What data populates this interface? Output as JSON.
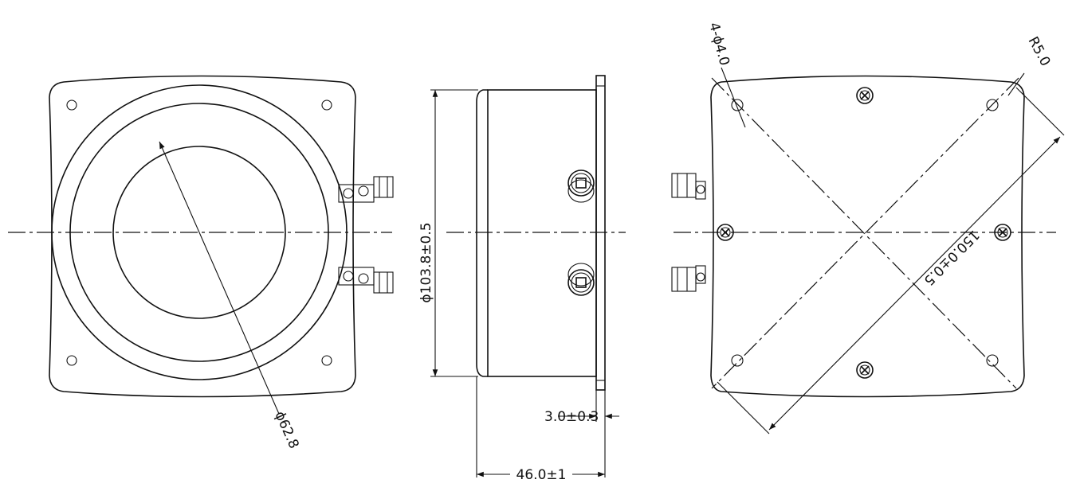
{
  "title": "Speaker mechanical drawing (front, side, rear views)",
  "dimensions": {
    "cone_diameter": "ϕ62.8",
    "body_diameter": "ϕ103.8±0.5",
    "flange_thickness": "3.0±0.3",
    "depth": "46.0±1",
    "mount_holes": "4-ϕ4.0",
    "corner_radius": "R5.0",
    "hole_diagonal": "150.0±0.5"
  }
}
